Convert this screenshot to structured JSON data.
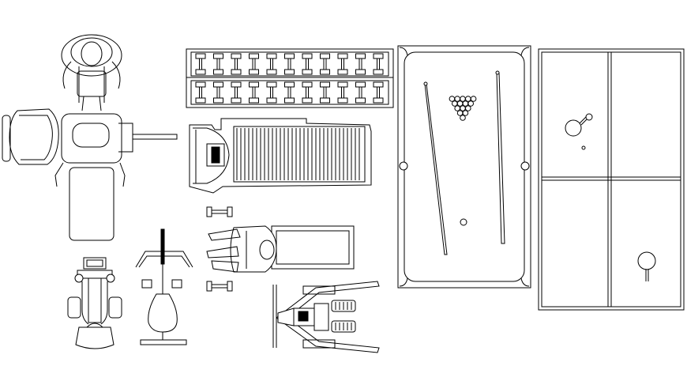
{
  "drawing": {
    "line_color": "#000000",
    "background_color": "#ffffff",
    "items": [
      "weight-bench-with-user",
      "dumbbell-rack",
      "treadmill",
      "billiard-table",
      "table-tennis-table",
      "rowing-machine",
      "cable-crossover-machine",
      "dumbbell-bench-with-user",
      "leg-press-machine"
    ],
    "billiard": {
      "racked_balls": 15,
      "cue_sticks": 2
    },
    "ping_pong": {
      "paddles": 2,
      "balls": 1
    },
    "dumbbell_rack": {
      "dumbbells_per_row": 11,
      "rows": 2
    }
  }
}
